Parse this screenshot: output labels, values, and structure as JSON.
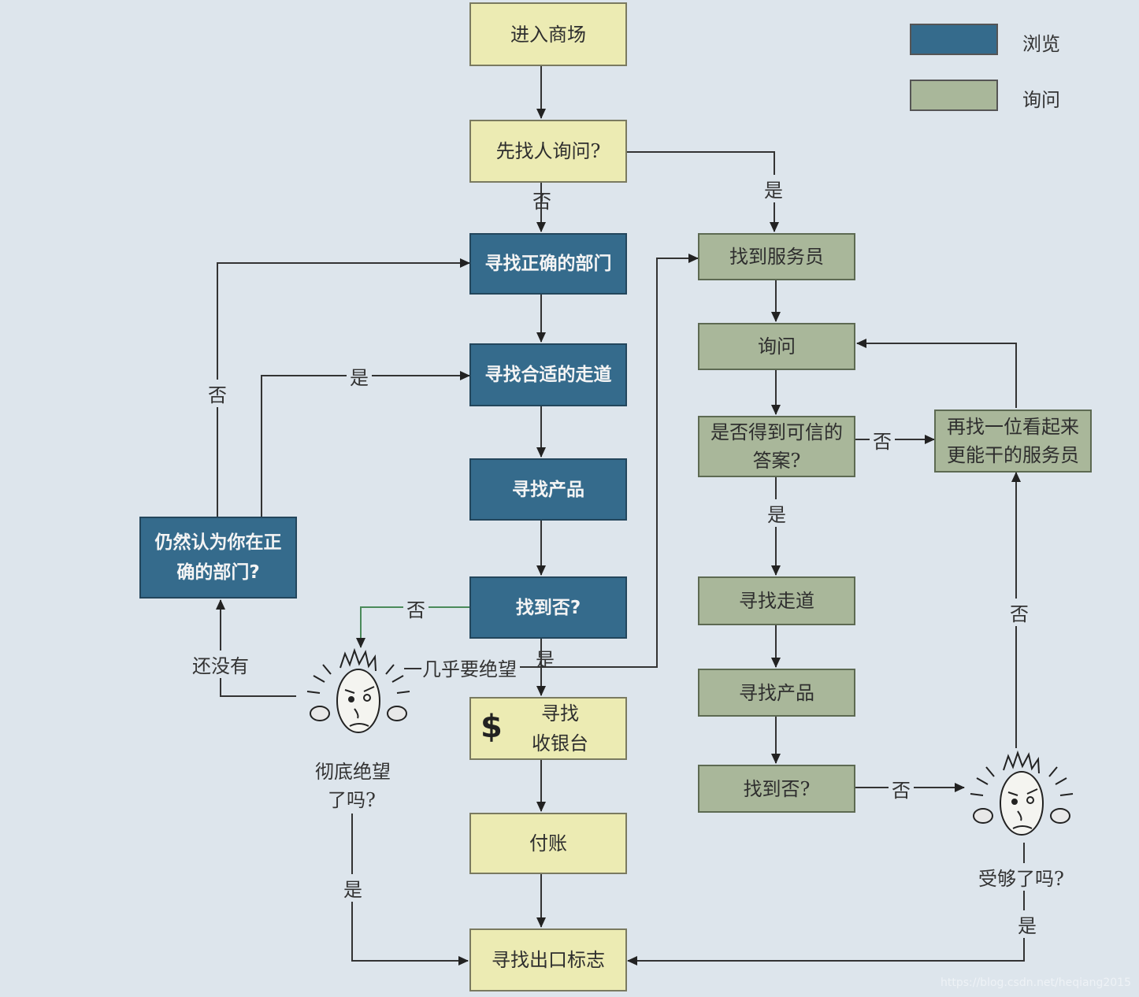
{
  "legend": {
    "browse": {
      "label": "浏览",
      "color": "#356b8c"
    },
    "ask": {
      "label": "询问",
      "color": "#a9b79a"
    }
  },
  "colors": {
    "start_end": "#ecebb3",
    "browse": "#356b8c",
    "ask": "#a9b79a",
    "background": "#dde5ec"
  },
  "nodes": {
    "enter_mall": "进入商场",
    "ask_first": "先找人询问?",
    "find_department": "寻找正确的部门",
    "find_aisle": "寻找合适的走道",
    "find_product": "寻找产品",
    "found_q": "找到否?",
    "still_right_dept_1": "仍然认为你在正",
    "still_right_dept_2": "确的部门?",
    "find_cashier_1": "寻找",
    "find_cashier_2": "收银台",
    "pay": "付账",
    "find_exit": "寻找出口标志",
    "find_staff": "找到服务员",
    "ask": "询问",
    "credible_answer_1": "是否得到可信的",
    "credible_answer_2": "答案?",
    "another_staff_1": "再找一位看起来",
    "another_staff_2": "更能干的服务员",
    "find_aisle_r": "寻找走道",
    "find_product_r": "寻找产品",
    "found_q_r": "找到否?"
  },
  "edge_labels": {
    "yes_ask": "是",
    "no_ask": "否",
    "no_left": "否",
    "yes_left": "是",
    "no_found": "否",
    "yes_found": "是",
    "not_yet": "还没有",
    "almost_despair": "一几乎要绝望",
    "yes_despair": "是",
    "no_credible": "否",
    "yes_credible": "是",
    "no_found_r": "否",
    "no_enough": "否",
    "yes_enough": "是"
  },
  "face_captions": {
    "despair_1": "彻底绝望",
    "despair_2": "了吗?",
    "enough": "受够了吗?"
  },
  "icons": [
    "dollar-sign-icon",
    "frustrated-face-icon"
  ],
  "dollar_symbol": "$",
  "watermark": "https://blog.csdn.net/heqiang2015"
}
